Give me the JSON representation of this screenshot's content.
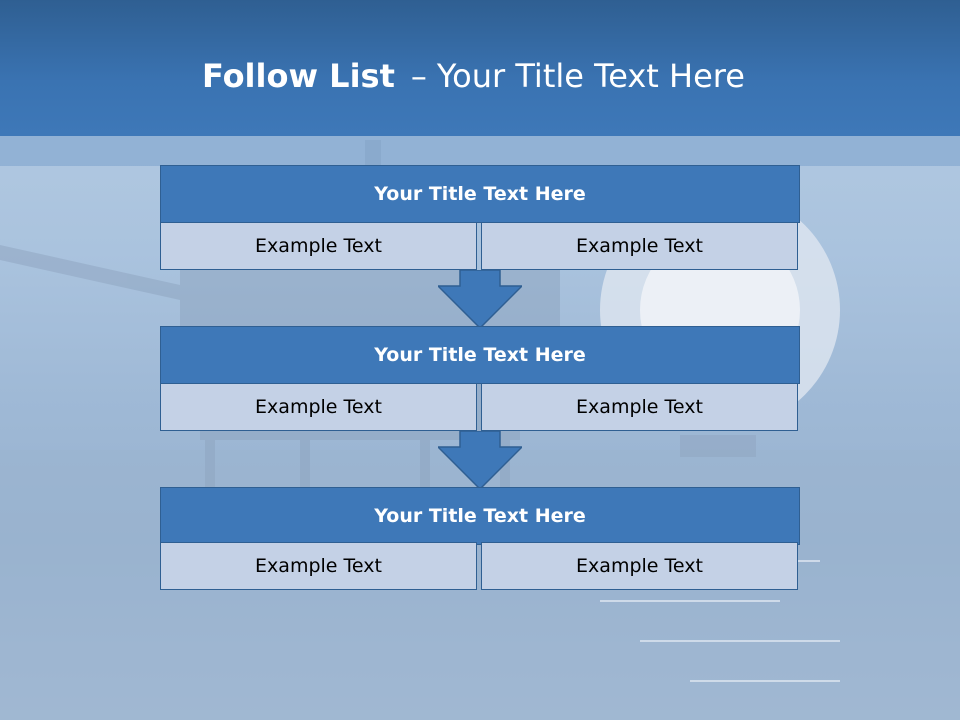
{
  "slide": {
    "title_bold": "Follow List",
    "title_separator": "–",
    "title_rest": "Your Title Text Here"
  },
  "steps": [
    {
      "title": "Your Title Text Here",
      "cells": [
        "Example Text",
        "Example Text"
      ]
    },
    {
      "title": "Your Title Text Here",
      "cells": [
        "Example Text",
        "Example Text"
      ]
    },
    {
      "title": "Your Title Text Here",
      "cells": [
        "Example Text",
        "Example Text"
      ]
    }
  ],
  "colors": {
    "header": "#3e78b8",
    "header_dark": "#2f5f92",
    "title_block": "#3e78b8",
    "cell_fill": "#c4d1e6",
    "arrow": "#3e78b8"
  },
  "icons": {
    "arrows": "down-arrow-icon"
  }
}
